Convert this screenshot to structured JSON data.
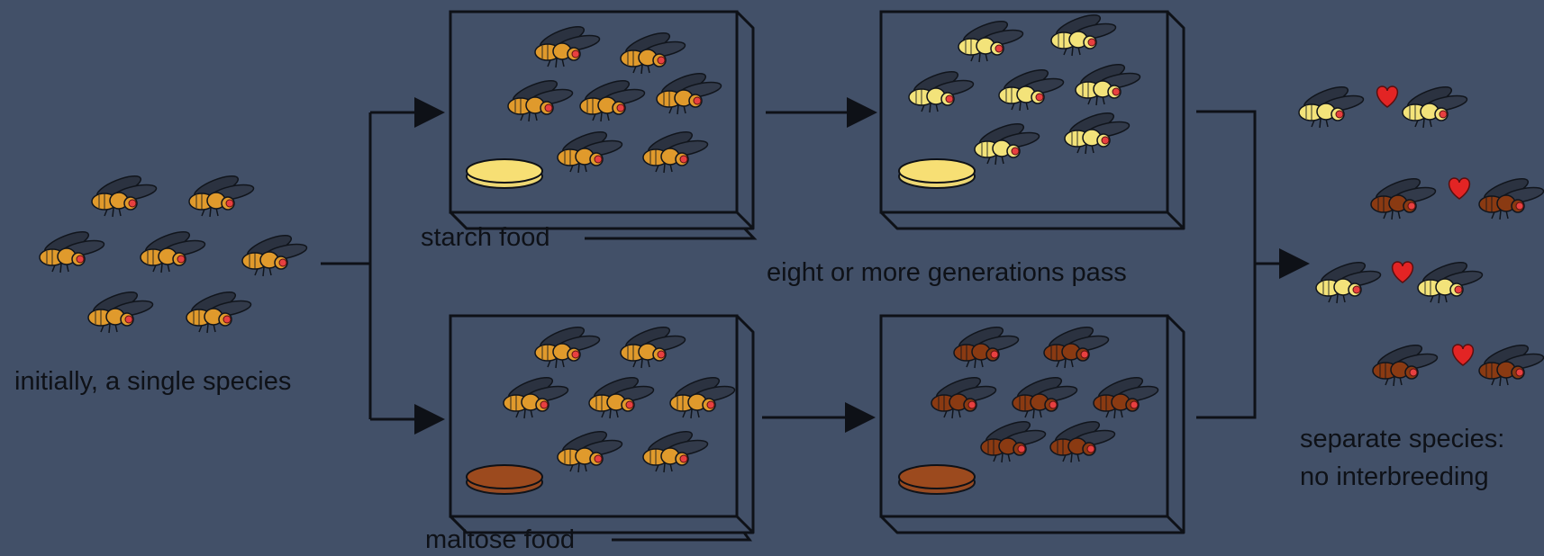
{
  "labels": {
    "initial": "initially, a single species",
    "starch": "starch food",
    "maltose": "maltose food",
    "generations": "eight or more generations pass",
    "result_line1": "separate species:",
    "result_line2": "no interbreeding"
  },
  "icons": {
    "fly": "fruit-fly-icon",
    "heart": "heart-icon",
    "food_dish": "food-dish-icon",
    "arrow": "arrow-right-icon"
  },
  "colors": {
    "background": "#425068",
    "line": "#0e1117",
    "fly_orange": "#e09a2c",
    "fly_pale_yellow": "#f3e37a",
    "fly_brown": "#8a3a12",
    "starch_dish": "#f7df74",
    "maltose_dish": "#9c4a1e",
    "heart": "#e32424"
  },
  "flies": {
    "initial_group": {
      "count": 7,
      "color": "orange"
    },
    "starch_start": {
      "count": 7,
      "color": "orange"
    },
    "maltose_start": {
      "count": 7,
      "color": "orange"
    },
    "starch_end": {
      "count": 7,
      "color": "pale yellow"
    },
    "maltose_end": {
      "count": 7,
      "color": "brown"
    }
  },
  "pairs": [
    {
      "color": "pale yellow"
    },
    {
      "color": "brown"
    },
    {
      "color": "pale yellow"
    },
    {
      "color": "brown"
    }
  ]
}
